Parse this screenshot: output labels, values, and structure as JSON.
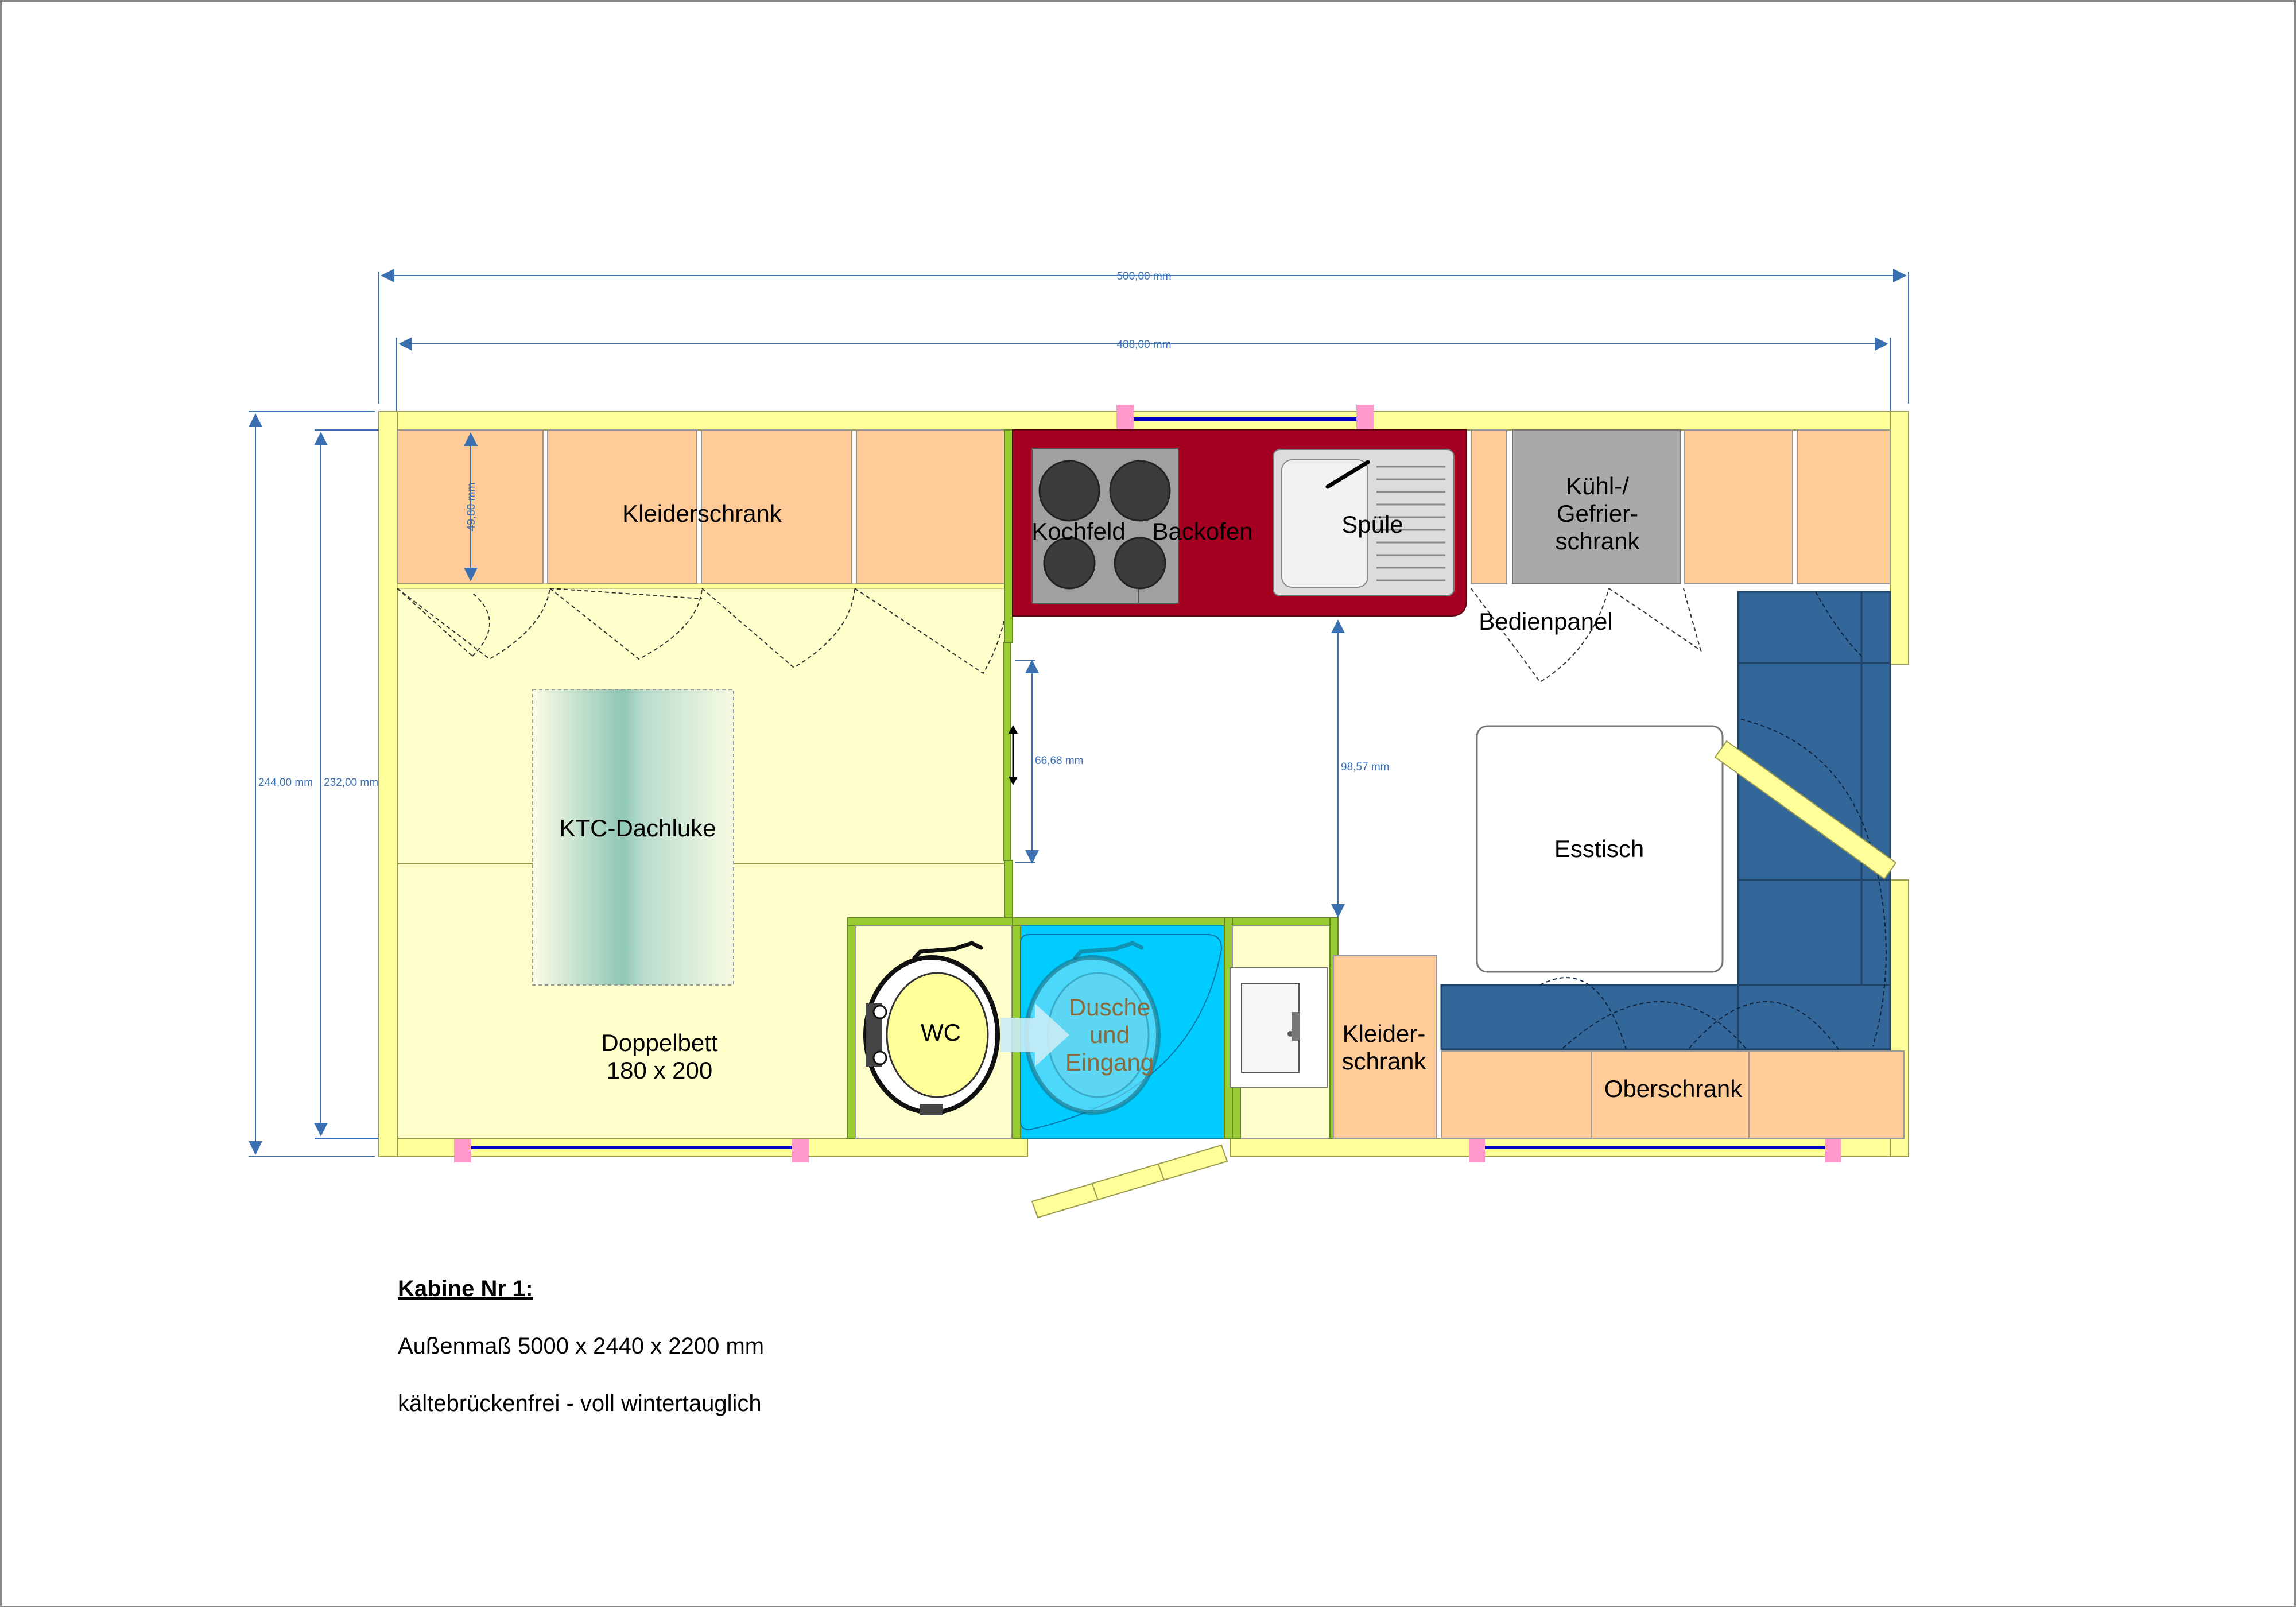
{
  "dimensions": {
    "outer_length": "500,00 mm",
    "inner_length": "488,00 mm",
    "outer_width": "244,00 mm",
    "inner_width": "232,00 mm",
    "cabinet_depth": "49,80 mm",
    "door_gap": "66,68 mm",
    "aisle": "98,57 mm"
  },
  "rooms": {
    "wardrobe_top": "Kleiderschrank",
    "cooktop": "Kochfeld",
    "oven": "Backofen",
    "sink": "Spüle",
    "fridge_line1": "Kühl-/",
    "fridge_line2": "Gefrier-",
    "fridge_line3": "schrank",
    "control_panel": "Bedienpanel",
    "skylight": "KTC-Dachluke",
    "bed_line1": "Doppelbett",
    "bed_line2": "180 x 200",
    "wc": "WC",
    "shower_line1": "Dusche",
    "shower_line2": "und",
    "shower_line3": "Eingang",
    "wardrobe_small_line1": "Kleider-",
    "wardrobe_small_line2": "schrank",
    "table": "Esstisch",
    "upper_cabinet": "Oberschrank"
  },
  "caption": {
    "title": "Kabine Nr 1:",
    "line1": "Außenmaß 5000 x 2440 x 2200 mm",
    "line2": "kältebrückenfrei - voll wintertauglich"
  },
  "colors": {
    "wall": "#ffff99",
    "bed": "#ffffcc",
    "cabinet": "#ffcc99",
    "kitchen": "#a50021",
    "appliance": "#a0a0a0",
    "bathroom": "#00ccff",
    "seating": "#336699",
    "partition": "#99cc33",
    "window": "#0000cc",
    "window_clip": "#ff99cc"
  }
}
